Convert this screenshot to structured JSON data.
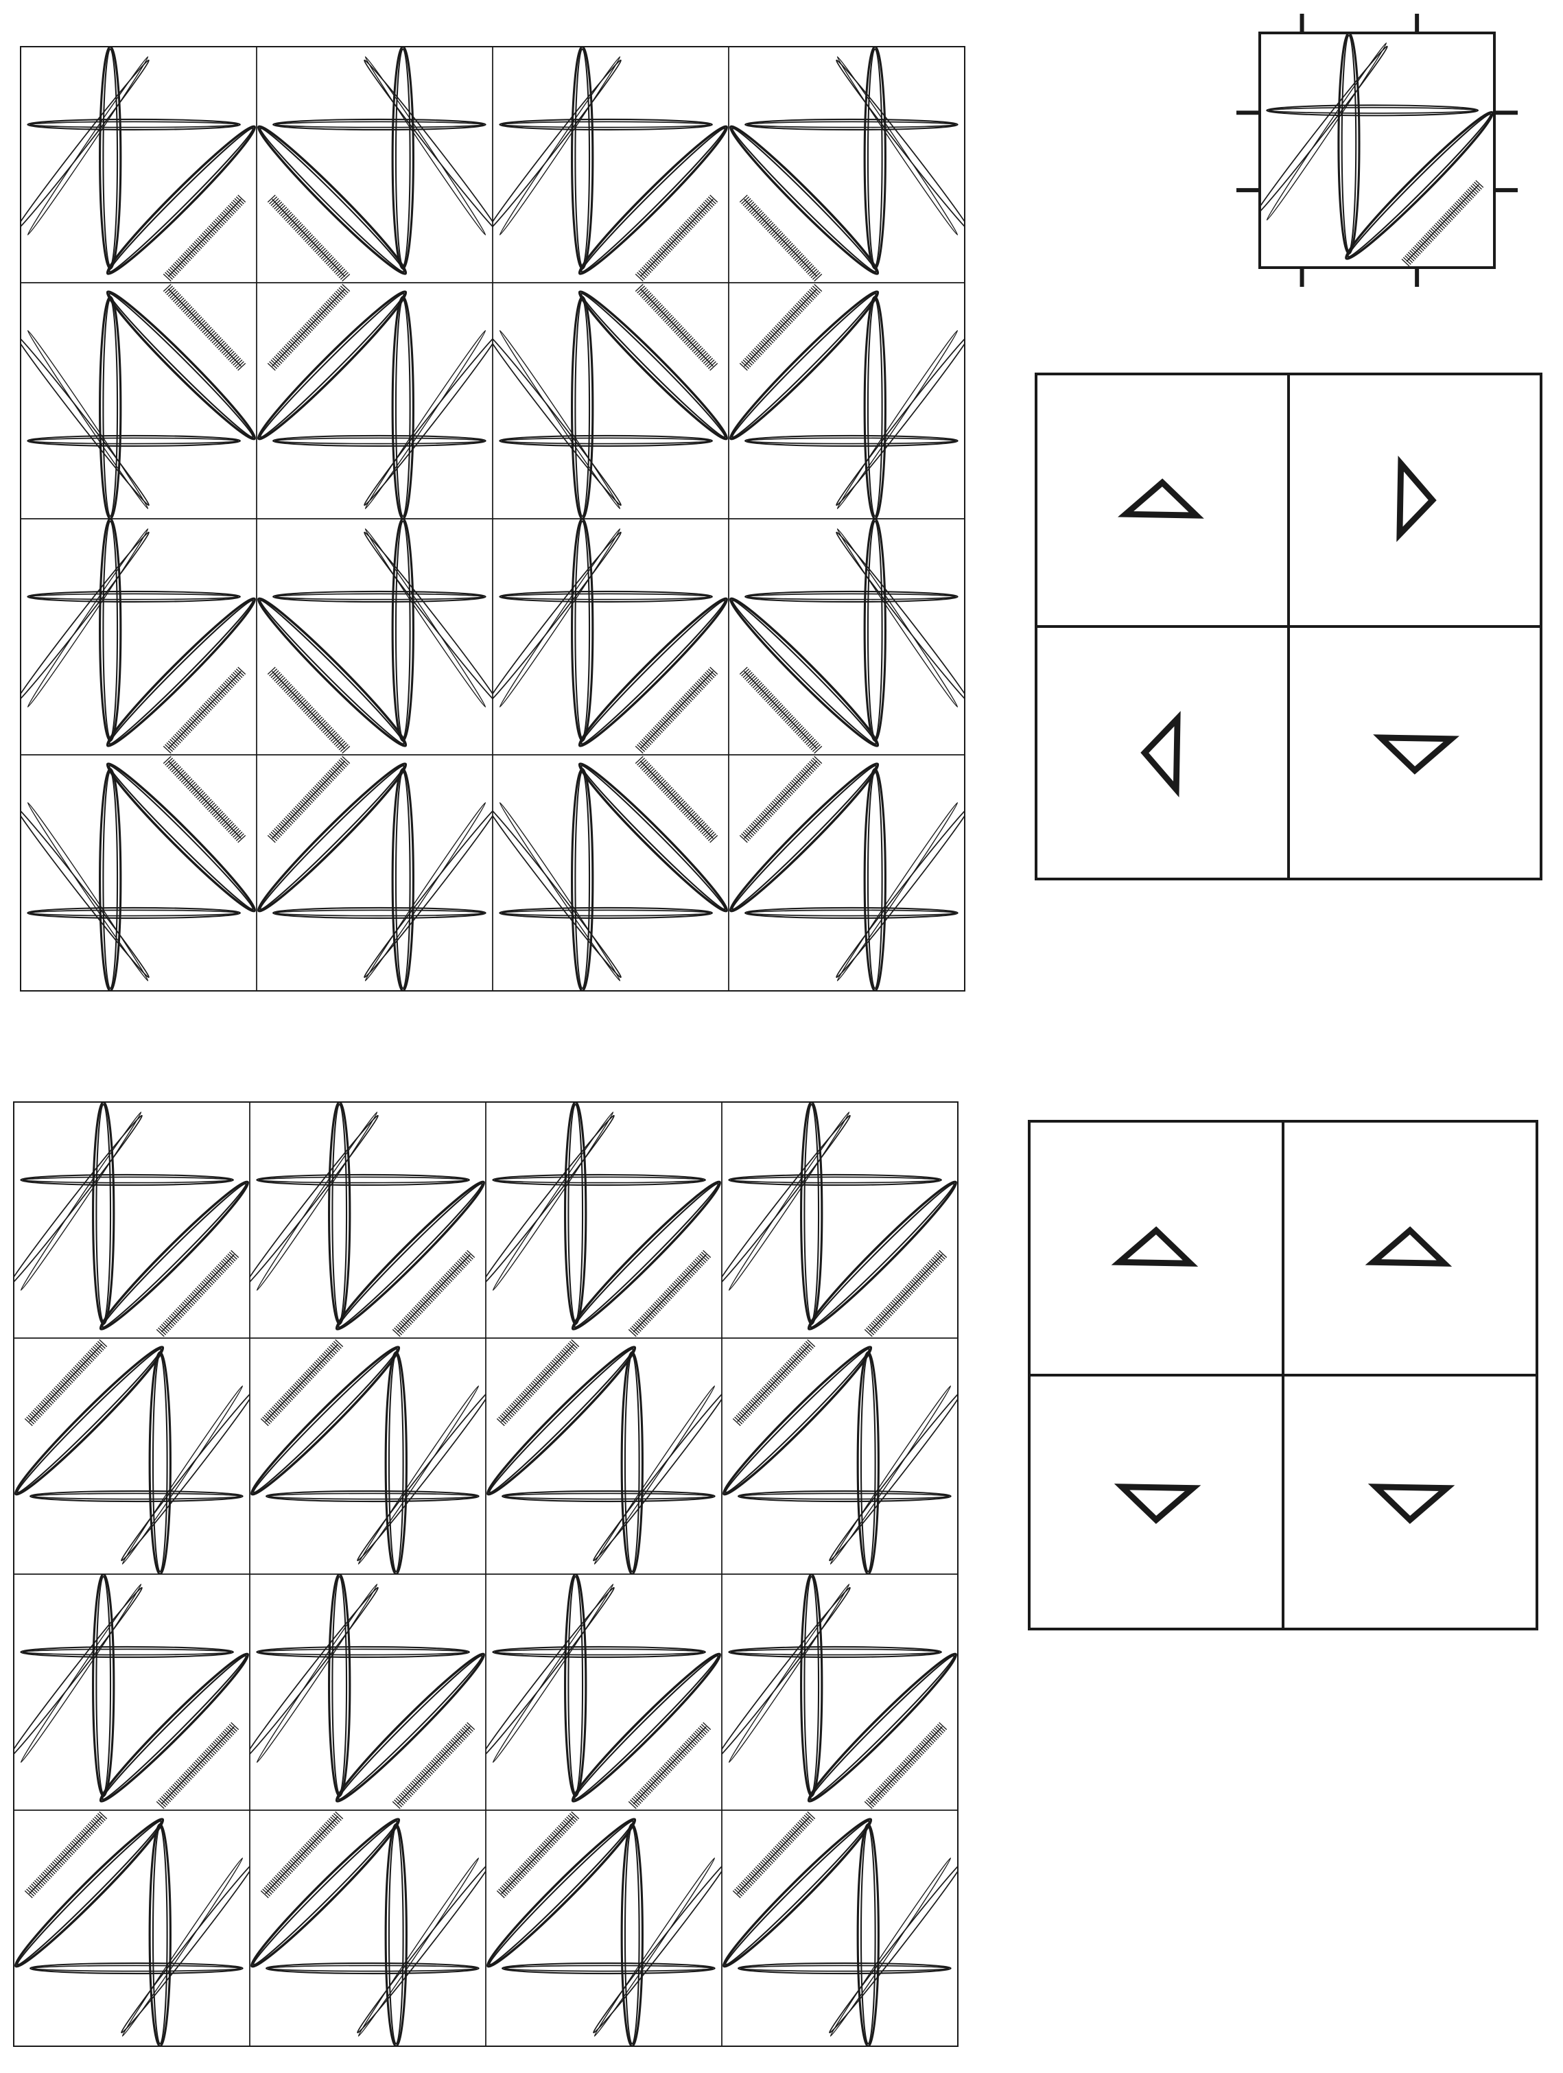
{
  "figure": {
    "description_free": true,
    "stroke_color": "#1a1a1a",
    "background": "#ffffff",
    "panels": [
      {
        "id": "top-tiling",
        "rows": 4,
        "cols": 4,
        "arrangement": "rotated-quad",
        "key_orientations": [
          "up",
          "right",
          "left",
          "down"
        ]
      },
      {
        "id": "bottom-tiling",
        "rows": 4,
        "cols": 4,
        "arrangement": "flip-rows",
        "key_orientations": [
          "up",
          "up",
          "down",
          "down"
        ]
      }
    ],
    "motif": {
      "id": "single-tile",
      "icon": "ellipse-motif-icon",
      "registration_ticks": 8
    }
  }
}
